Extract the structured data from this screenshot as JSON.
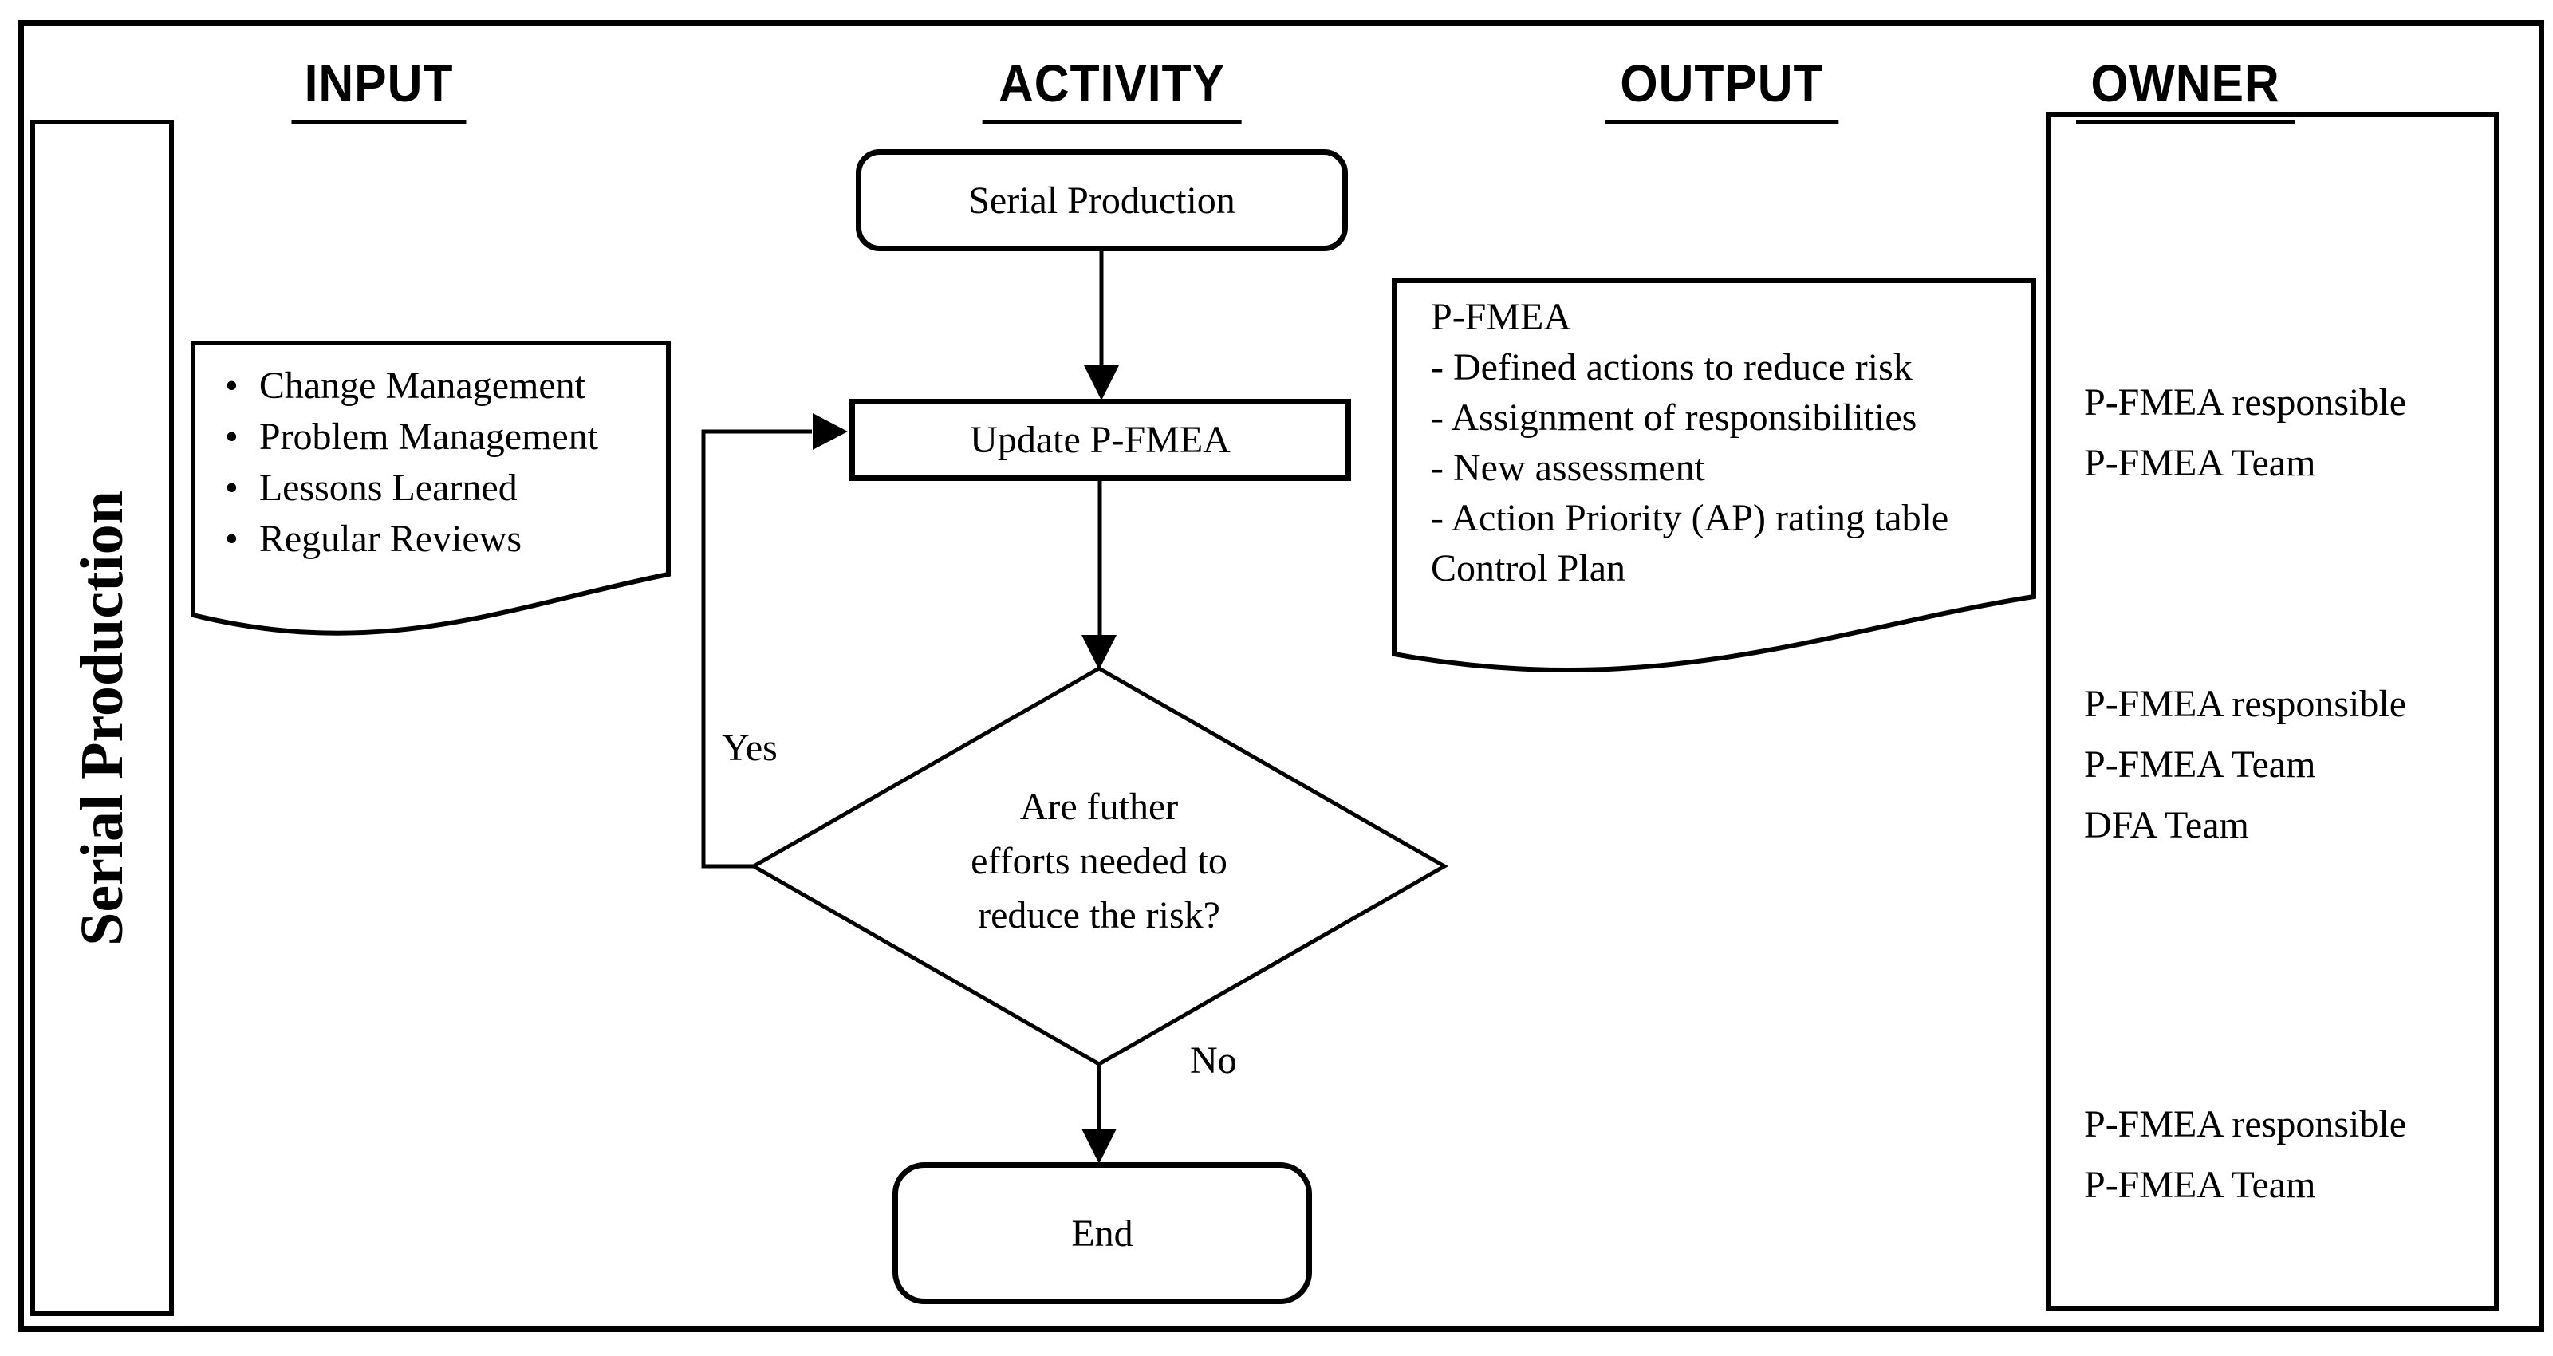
{
  "header": {
    "columns": [
      "INPUT",
      "ACTIVITY",
      "OUTPUT",
      "OWNER"
    ]
  },
  "sidebar": {
    "label": "Serial Production"
  },
  "input_doc": {
    "items": [
      "Change Management",
      "Problem Management",
      "Lessons Learned",
      "Regular Reviews"
    ]
  },
  "flow": {
    "start_label": "Serial Production",
    "update_label": "Update P-FMEA",
    "decision_lines": [
      "Are futher",
      "efforts needed to",
      "reduce the risk?"
    ],
    "end_label": "End",
    "yes_label": "Yes",
    "no_label": "No"
  },
  "output_doc": {
    "lines": [
      "P-FMEA",
      "- Defined actions to reduce risk",
      "- Assignment of responsibilities",
      "- New assessment",
      "- Action Priority (AP) rating table",
      "Control Plan"
    ]
  },
  "owner_column": {
    "groups": [
      [
        "P-FMEA responsible",
        "P-FMEA Team"
      ],
      [
        "P-FMEA responsible",
        "P-FMEA Team",
        "DFA Team"
      ],
      [
        "P-FMEA responsible",
        "P-FMEA Team"
      ]
    ]
  },
  "colors": {
    "stroke": "#000000",
    "background": "#ffffff"
  }
}
